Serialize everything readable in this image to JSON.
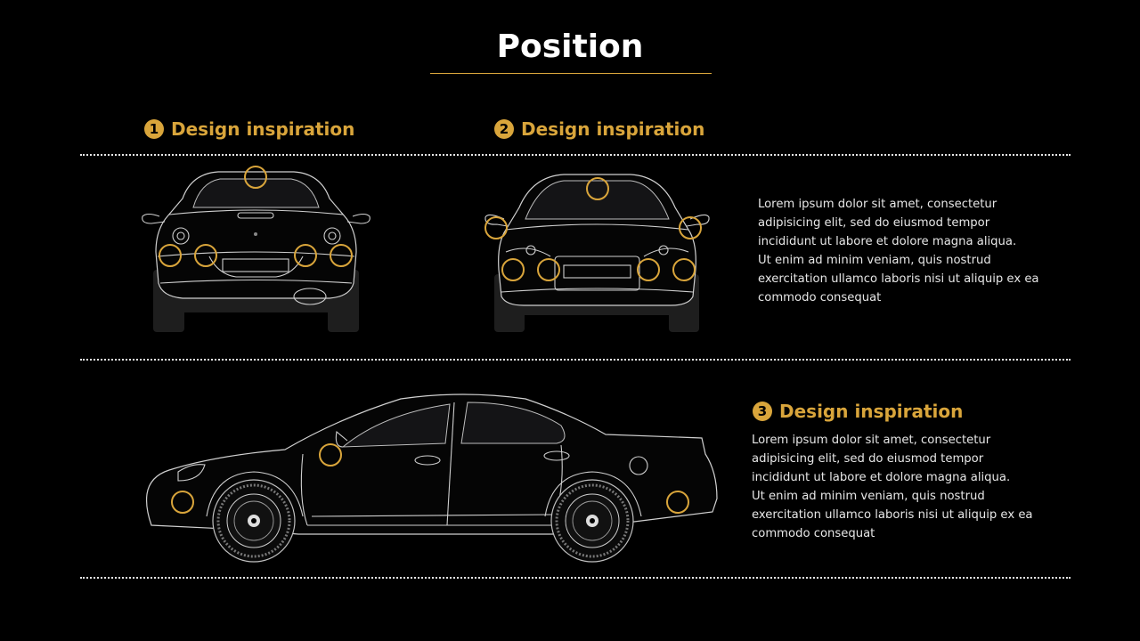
{
  "page": {
    "title": "Position",
    "accent_color": "#d9a53b",
    "background_color": "#000000"
  },
  "sections": [
    {
      "number": "1",
      "heading": "Design inspiration",
      "view": "rear-view",
      "marker_count": 5
    },
    {
      "number": "2",
      "heading": "Design inspiration",
      "view": "front-view",
      "marker_count": 7
    },
    {
      "number": "3",
      "heading": "Design inspiration",
      "view": "side-view",
      "marker_count": 3
    }
  ],
  "descriptions": {
    "top": {
      "lines": [
        "Lorem ipsum dolor  sit amet, consectetur",
        "adipisicing  elit, sed do eiusmod tempor",
        "incididunt  ut labore et dolore magna aliqua.",
        "Ut enim ad minim veniam, quis nostrud",
        "exercitation ullamco laboris nisi ut aliquip  ex ea",
        "commodo consequat"
      ]
    },
    "bottom": {
      "lines": [
        "Lorem ipsum dolor  sit amet, consectetur",
        "adipisicing  elit, sed do eiusmod tempor",
        "incididunt  ut labore et dolore magna aliqua.",
        "Ut enim ad minim veniam, quis nostrud",
        "exercitation ullamco laboris nisi ut aliquip  ex ea",
        "commodo consequat"
      ]
    }
  }
}
